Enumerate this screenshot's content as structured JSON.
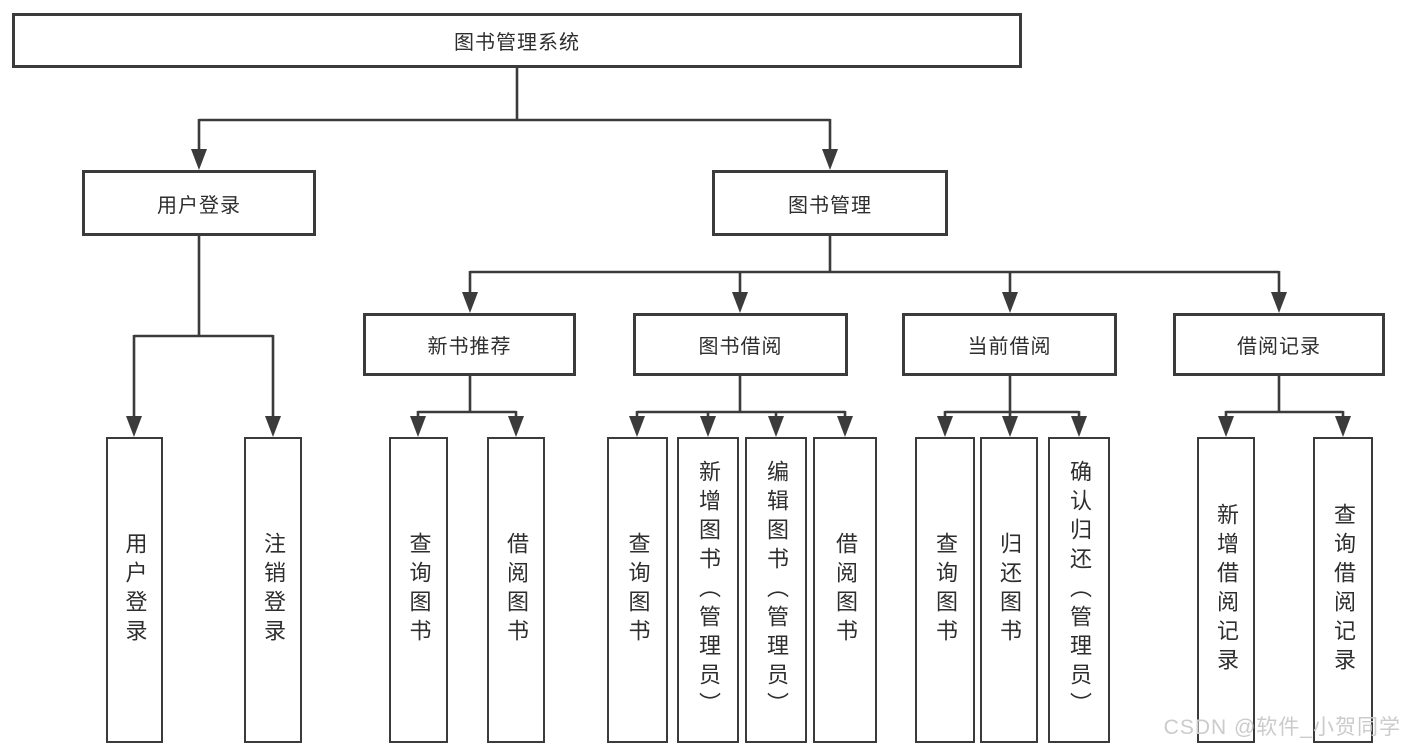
{
  "diagram": {
    "root": {
      "label": "图书管理系统"
    },
    "branches": [
      {
        "label": "用户登录",
        "leaves": [
          {
            "label": "用户登录"
          },
          {
            "label": "注销登录"
          }
        ]
      },
      {
        "label": "图书管理",
        "groups": [
          {
            "label": "新书推荐",
            "leaves": [
              {
                "label": "查询图书"
              },
              {
                "label": "借阅图书"
              }
            ]
          },
          {
            "label": "图书借阅",
            "leaves": [
              {
                "label": "查询图书"
              },
              {
                "label": "新增图书（管理员）"
              },
              {
                "label": "编辑图书（管理员）"
              },
              {
                "label": "借阅图书"
              }
            ]
          },
          {
            "label": "当前借阅",
            "leaves": [
              {
                "label": "查询图书"
              },
              {
                "label": "归还图书"
              },
              {
                "label": "确认归还（管理员）"
              }
            ]
          },
          {
            "label": "借阅记录",
            "leaves": [
              {
                "label": "新增借阅记录"
              },
              {
                "label": "查询借阅记录"
              }
            ]
          }
        ]
      }
    ]
  },
  "watermark": {
    "text": "CSDN @软件_小贺同学"
  },
  "colors": {
    "line": "#3b3b3b",
    "text": "#2e2e2e",
    "watermark": "#cbcbcb",
    "background": "#ffffff"
  }
}
